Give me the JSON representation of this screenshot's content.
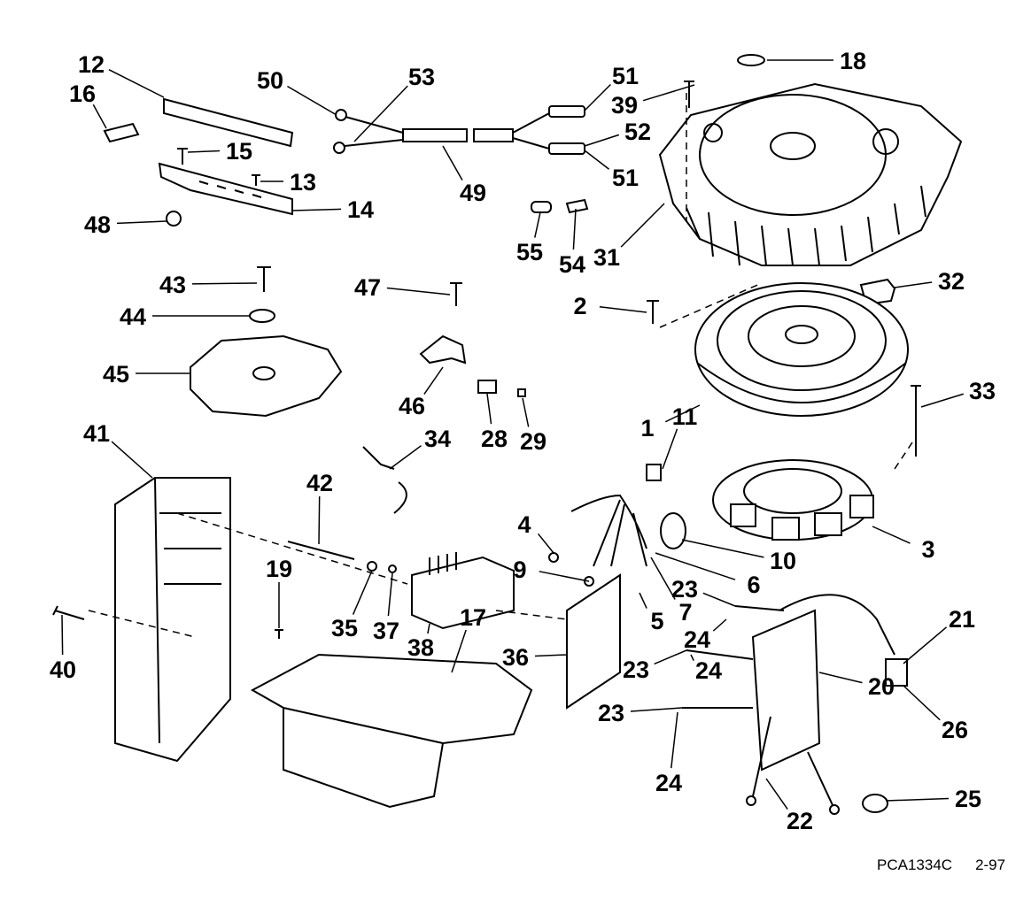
{
  "diagram": {
    "callouts": [
      "12",
      "16",
      "15",
      "13",
      "14",
      "48",
      "50",
      "53",
      "49",
      "51",
      "39",
      "52",
      "51",
      "55",
      "54",
      "31",
      "18",
      "32",
      "43",
      "44",
      "45",
      "47",
      "2",
      "46",
      "28",
      "29",
      "33",
      "1",
      "11",
      "41",
      "34",
      "42",
      "4",
      "3",
      "10",
      "9",
      "6",
      "23",
      "7",
      "5",
      "21",
      "19",
      "35",
      "37",
      "38",
      "17",
      "36",
      "24",
      "40",
      "23",
      "24",
      "20",
      "26",
      "23",
      "24",
      "22",
      "25"
    ]
  },
  "caption": {
    "part_code": "PCA1334C",
    "date": "2-97"
  }
}
